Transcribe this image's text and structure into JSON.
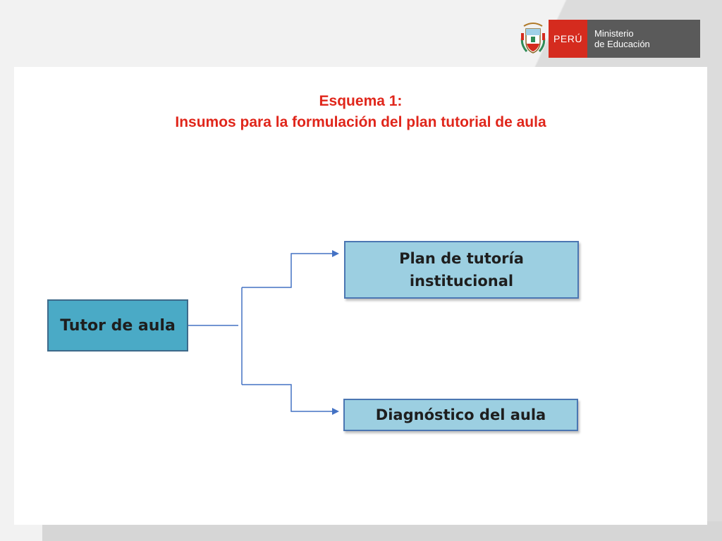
{
  "header": {
    "peru_label": "PERÚ",
    "ministry_line1": "Ministerio",
    "ministry_line2": "de Educación",
    "shield_icon": "peru-coat-of-arms-icon",
    "colors": {
      "peru_red": "#d52b1e",
      "ministry_gray": "#5a5a5a"
    }
  },
  "slide": {
    "title_line1": "Esquema 1:",
    "title_line2": "Insumos para la formulación del plan  tutorial de aula",
    "title_color": "#e0261b"
  },
  "diagram": {
    "root": {
      "label": "Tutor de aula",
      "fill": "#4aaac6"
    },
    "children": [
      {
        "label": "Plan de tutoría institucional",
        "fill": "#9ccfe1"
      },
      {
        "label": "Diagnóstico del aula",
        "fill": "#9ccfe1"
      }
    ],
    "connector_color": "#4472c4"
  }
}
